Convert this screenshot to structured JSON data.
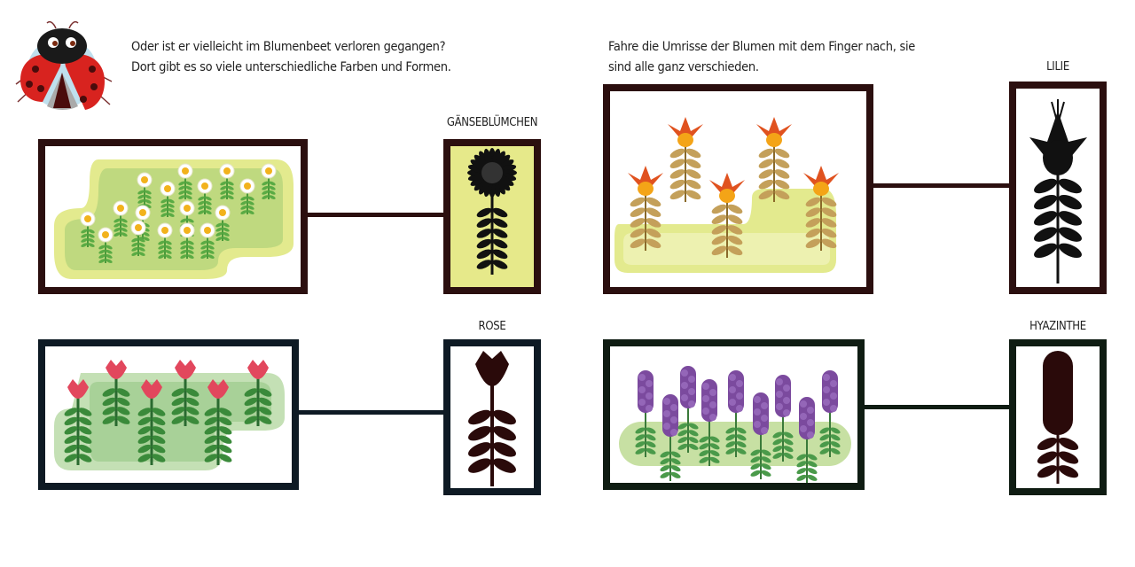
{
  "intro_left": {
    "line1": "Oder ist er vielleicht im Blumenbeet verloren gegangen?",
    "line2": "Dort gibt es so viele unterschiedliche Farben und Formen."
  },
  "intro_right": {
    "line1": "Fahre die Umrisse der Blumen mit dem Finger nach, sie",
    "line2": "sind alle ganz verschieden."
  },
  "flowers": [
    {
      "name": "GÄNSEBLÜMCHEN",
      "frame_color": "#2b0f0f"
    },
    {
      "name": "LILIE",
      "frame_color": "#2b0f0f"
    },
    {
      "name": "ROSE",
      "frame_color": "#0e1a24"
    },
    {
      "name": "HYAZINTHE",
      "frame_color": "#0f1c12"
    }
  ]
}
